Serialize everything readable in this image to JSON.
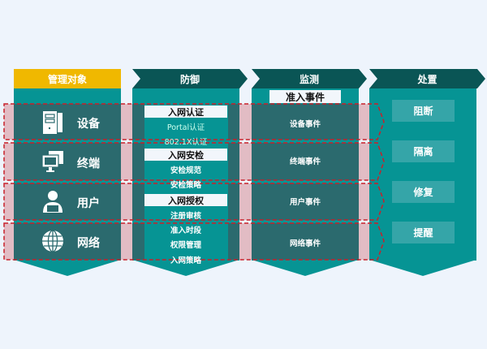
{
  "columns": {
    "objects": "管理对象",
    "defense": "防御",
    "monitor": "监测",
    "response": "处置"
  },
  "objects": [
    {
      "label": "设备",
      "icon": "server-icon"
    },
    {
      "label": "终端",
      "icon": "monitor-icon"
    },
    {
      "label": "用户",
      "icon": "user-icon"
    },
    {
      "label": "网络",
      "icon": "globe-icon"
    }
  ],
  "defense": {
    "auth": {
      "title": "入网认证",
      "items": [
        "Portal认证",
        "802.1X认证"
      ]
    },
    "check": {
      "title": "入网安检",
      "items": [
        "安检规范",
        "安检策略"
      ]
    },
    "grant": {
      "title": "入网授权",
      "items": [
        "注册审核",
        "准入时段",
        "权限管理",
        "入网策略"
      ]
    }
  },
  "monitor": {
    "title": "准入事件",
    "events": [
      "设备事件",
      "终端事件",
      "用户事件",
      "网络事件"
    ]
  },
  "response": [
    "阻断",
    "隔离",
    "修复",
    "提醒"
  ],
  "colors": {
    "teal": "#069494",
    "dark_teal": "#0a5555",
    "yellow": "#f0b800",
    "dashed": "#c8202a"
  }
}
